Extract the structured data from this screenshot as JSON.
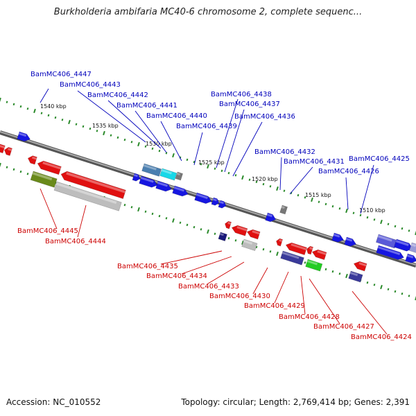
{
  "title": "Burkholderia ambifaria MC40-6 chromosome 2, complete sequenc...",
  "footer": {
    "accession": "Accession: NC_010552",
    "summary": "Topology: circular; Length: 2,769,414 bp; Genes: 2,391"
  },
  "colors": {
    "forward_label": "#0000bb",
    "reverse_label": "#cc0000",
    "backbone": "#777777",
    "tick": "#2a8a2a"
  },
  "ticks": [
    "1540 kbp",
    "1535 kbp",
    "1530 kbp",
    "1525 kbp",
    "1520 kbp",
    "1515 kbp",
    "1510 kbp"
  ],
  "labels_top": [
    "BamMC406_4447",
    "BamMC406_4443",
    "BamMC406_4442",
    "BamMC406_4441",
    "BamMC406_4440",
    "BamMC406_4439",
    "BamMC406_4438",
    "BamMC406_4437",
    "BamMC406_4436",
    "BamMC406_4432",
    "BamMC406_4431",
    "BamMC406_4426",
    "BamMC406_4425"
  ],
  "labels_bottom": [
    "BamMC406_4445",
    "BamMC406_4444",
    "BamMC406_4435",
    "BamMC406_4434",
    "BamMC406_4433",
    "BamMC406_4430",
    "BamMC406_4429",
    "BamMC406_4428",
    "BamMC406_4427",
    "BamMC406_4424"
  ]
}
